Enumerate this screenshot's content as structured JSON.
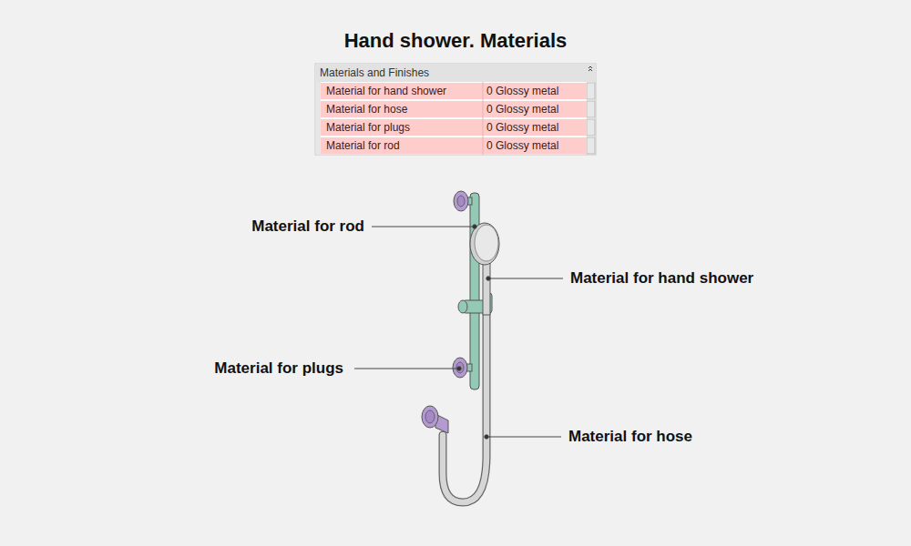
{
  "diagram": {
    "title": "Hand shower. Materials",
    "labels": [
      "Materials and Finishes",
      "Material for hand shower",
      "0 Glossy metal",
      "Material for hose",
      "0 Glossy metal",
      "Material for plugs",
      "0 Glossy metal",
      "Material for rod",
      "0 Glossy metal",
      "Material for rod",
      "Material for hand shower",
      "Material for plugs",
      "Material for hose"
    ]
  }
}
